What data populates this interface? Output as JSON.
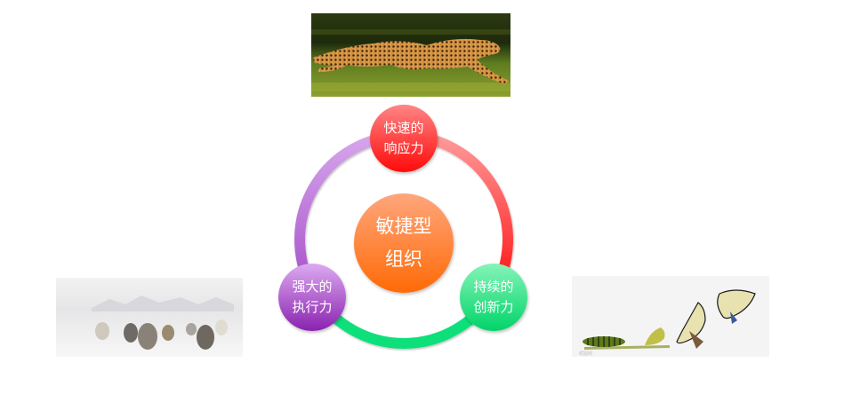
{
  "diagram": {
    "title": "敏捷型组织",
    "center": {
      "line1": "敏捷型",
      "line2": "组织",
      "gradient": [
        "#ffa47a",
        "#ff6a00"
      ]
    },
    "nodes": [
      {
        "id": "top",
        "line1": "快速的",
        "line2": "响应力",
        "gradient": [
          "#ff8080",
          "#ff0000"
        ],
        "image": "cheetah-running"
      },
      {
        "id": "bottom-left",
        "line1": "强大的",
        "line2": "执行力",
        "gradient": [
          "#d8a5ec",
          "#8a1fae"
        ],
        "image": "wolf-pack-in-snow"
      },
      {
        "id": "bottom-right",
        "line1": "持续的",
        "line2": "创新力",
        "gradient": [
          "#7ff3b5",
          "#00d86a"
        ],
        "image": "caterpillar-to-butterfly"
      }
    ],
    "ring_segments": [
      {
        "from": "top",
        "to": "bottom-right",
        "color_start": "#ff9a9a",
        "color_end": "#ff1010"
      },
      {
        "from": "bottom-right",
        "to": "bottom-left",
        "color_start": "#10e07a",
        "color_end": "#10e07a"
      },
      {
        "from": "bottom-left",
        "to": "top",
        "color_start": "#a64fc8",
        "color_end": "#d6a6ec"
      }
    ]
  },
  "images": {
    "cheetah": {
      "alt": "猎豹奔跑"
    },
    "wolves": {
      "alt": "雪地狼群"
    },
    "butterfly": {
      "alt": "毛毛虫蜕变为蝴蝶",
      "watermark": "昵图网 www.nipic.com"
    }
  }
}
